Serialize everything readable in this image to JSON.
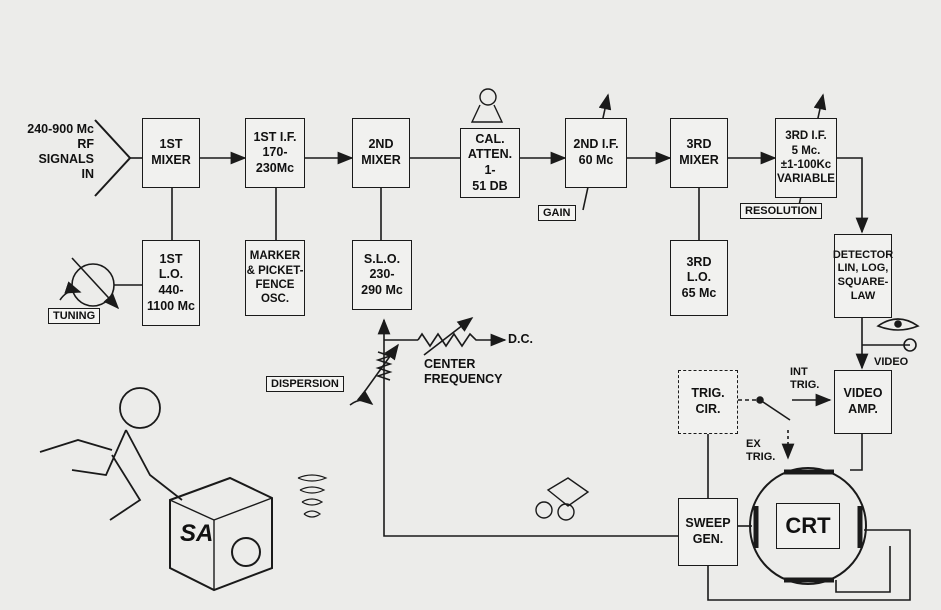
{
  "input": {
    "label": "240-900 Mc\nRF SIGNALS\nIN"
  },
  "blocks": {
    "mixer1": "1ST\nMIXER",
    "if1": "1ST I.F.\n170-\n230Mc",
    "mixer2": "2ND\nMIXER",
    "atten": "CAL.\nATTEN.\n1-\n51 DB",
    "if2": "2ND I.F.\n60 Mc",
    "mixer3": "3RD\nMIXER",
    "if3": "3RD I.F.\n5 Mc.\n±1-100Kc\nVARIABLE",
    "lo1": "1ST\nL.O.\n440-\n1100 Mc",
    "marker": "MARKER\n& PICKET-\nFENCE\nOSC.",
    "slo": "S.L.O.\n230-\n290 Mc",
    "lo3": "3RD\nL.O.\n65 Mc",
    "detector": "DETECTOR\nLIN, LOG,\nSQUARE-\nLAW",
    "trig": "TRIG.\nCIR.",
    "video_amp": "VIDEO\nAMP.",
    "sweep": "SWEEP\nGEN.",
    "crt": "CRT"
  },
  "tags": {
    "tuning": "TUNING",
    "gain": "GAIN",
    "resolution": "RESOLUTION",
    "dispersion": "DISPERSION"
  },
  "labels": {
    "dc": "D.C.",
    "center_frequency": "CENTER\nFREQUENCY",
    "video": "VIDEO",
    "int_trig": "INT\nTRIG.",
    "ex_trig": "EX\nTRIG.",
    "sa_box": "SA"
  },
  "colors": {
    "ink": "#1a1a1a",
    "paper": "#ececea"
  }
}
